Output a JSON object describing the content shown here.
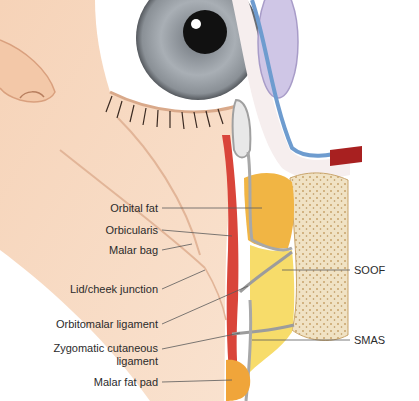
{
  "diagram": {
    "labels": [
      "Orbital fat",
      "Orbicularis",
      "Malar bag",
      "Lid/cheek junction",
      "Orbitomalar ligament",
      "Zygomatic cutaneous ligament",
      "Malar fat pad",
      "SOOF",
      "SMAS"
    ]
  }
}
